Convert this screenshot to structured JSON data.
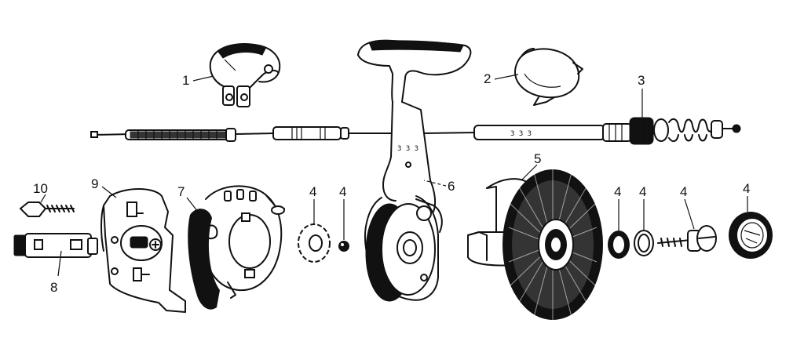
{
  "diagram": {
    "callouts": [
      {
        "id": "1",
        "text": "1"
      },
      {
        "id": "2",
        "text": "2"
      },
      {
        "id": "3",
        "text": "3"
      },
      {
        "id": "4a",
        "text": "4"
      },
      {
        "id": "4b",
        "text": "4"
      },
      {
        "id": "4c",
        "text": "4"
      },
      {
        "id": "4d",
        "text": "4"
      },
      {
        "id": "4e",
        "text": "4"
      },
      {
        "id": "4f",
        "text": "4"
      },
      {
        "id": "5",
        "text": "5"
      },
      {
        "id": "6",
        "text": "6"
      },
      {
        "id": "7",
        "text": "7"
      },
      {
        "id": "8",
        "text": "8"
      },
      {
        "id": "9",
        "text": "9"
      },
      {
        "id": "10",
        "text": "10"
      }
    ],
    "part_markings": {
      "lever": "3 3 3",
      "cable_sleeve": "3 3 3"
    }
  }
}
